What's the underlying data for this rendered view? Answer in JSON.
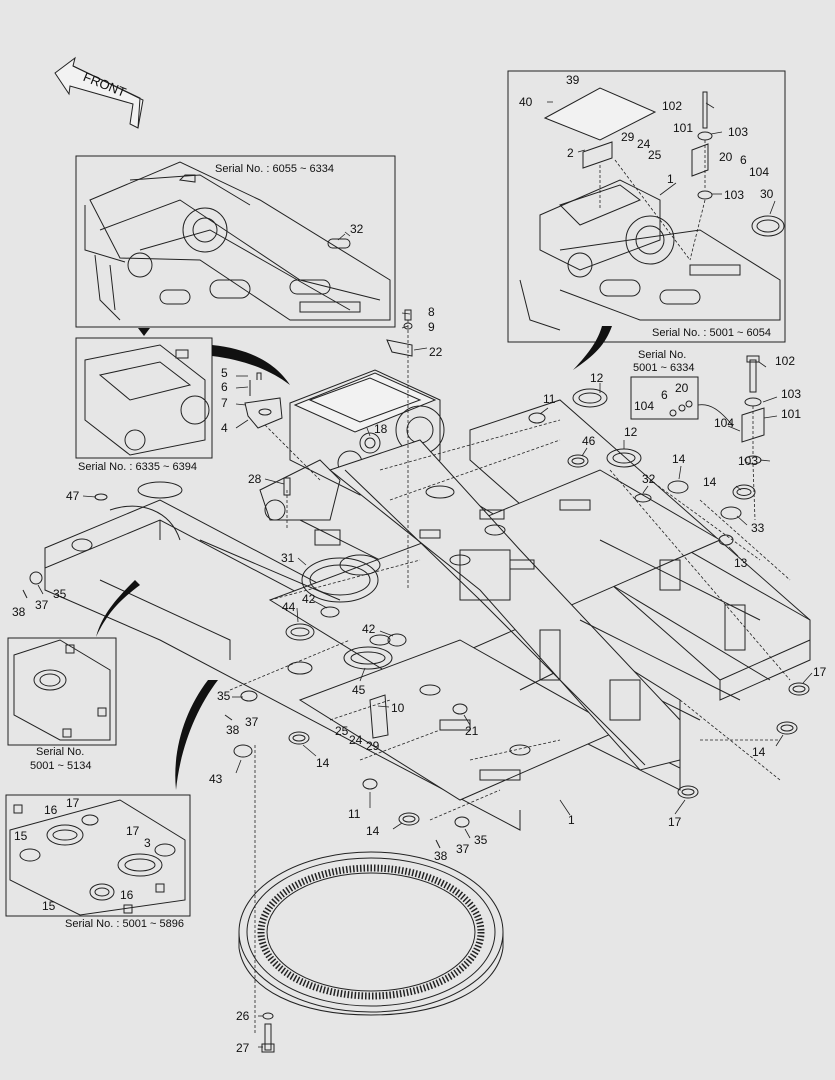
{
  "front_label": "FRONT",
  "serial_labels": {
    "s6055": "Serial No. : 6055 ~ 6334",
    "s6335": "Serial No. : 6335 ~ 6394",
    "s5001_6054": "Serial No. : 5001 ~ 6054",
    "s5001_6334_line1": "Serial No.",
    "s5001_6334_line2": "5001 ~ 6334",
    "s5001_5134_line1": "Serial No.",
    "s5001_5134_line2": "5001 ~ 5134",
    "s5001_5896": "Serial No. : 5001 ~ 5896"
  },
  "callouts": {
    "n1": "1",
    "n2": "2",
    "n3": "3",
    "n4": "4",
    "n5": "5",
    "n6": "6",
    "n7": "7",
    "n8": "8",
    "n9": "9",
    "n10": "10",
    "n11": "11",
    "n12": "12",
    "n13": "13",
    "n14": "14",
    "n15": "15",
    "n16": "16",
    "n17": "17",
    "n18": "18",
    "n20": "20",
    "n21": "21",
    "n22": "22",
    "n24": "24",
    "n25": "25",
    "n26": "26",
    "n27": "27",
    "n28": "28",
    "n29": "29",
    "n30": "30",
    "n31": "31",
    "n32": "32",
    "n33": "33",
    "n35": "35",
    "n37": "37",
    "n38": "38",
    "n39": "39",
    "n40": "40",
    "n42": "42",
    "n43": "43",
    "n44": "44",
    "n45": "45",
    "n46": "46",
    "n47": "47",
    "n101": "101",
    "n102": "102",
    "n103": "103",
    "n104": "104"
  }
}
